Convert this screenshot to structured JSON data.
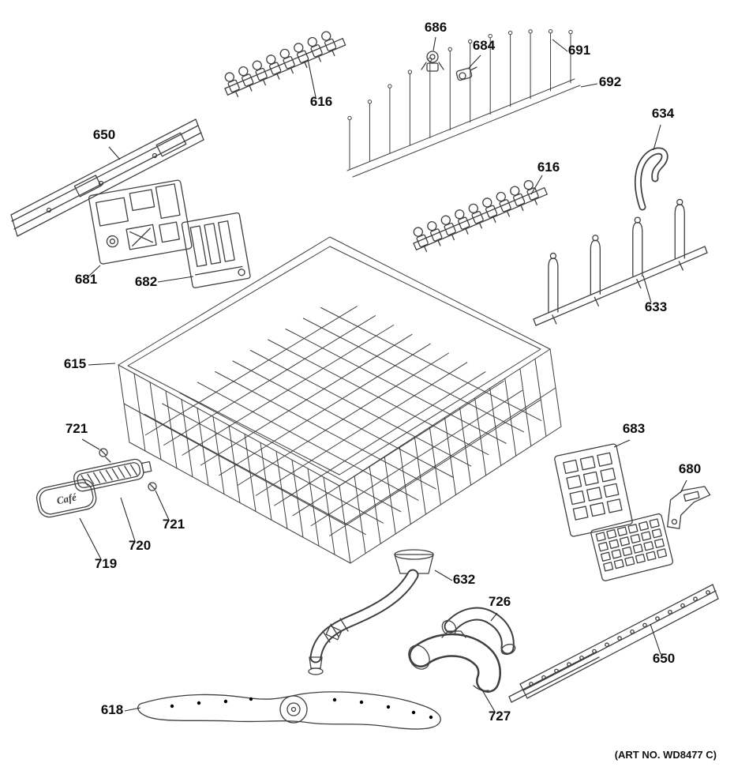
{
  "diagram": {
    "art_no": "(ART NO. WD8477 C)",
    "badge_text": "Café"
  },
  "labels": {
    "l686": {
      "text": "686"
    },
    "l684": {
      "text": "684"
    },
    "l691": {
      "text": "691"
    },
    "l692": {
      "text": "692"
    },
    "l616a": {
      "text": "616"
    },
    "l650a": {
      "text": "650"
    },
    "l634": {
      "text": "634"
    },
    "l616b": {
      "text": "616"
    },
    "l681": {
      "text": "681"
    },
    "l682": {
      "text": "682"
    },
    "l633": {
      "text": "633"
    },
    "l615": {
      "text": "615"
    },
    "l721a": {
      "text": "721"
    },
    "l683": {
      "text": "683"
    },
    "l680": {
      "text": "680"
    },
    "l721b": {
      "text": "721"
    },
    "l720": {
      "text": "720"
    },
    "l719": {
      "text": "719"
    },
    "l632": {
      "text": "632"
    },
    "l726": {
      "text": "726"
    },
    "l650b": {
      "text": "650"
    },
    "l727": {
      "text": "727"
    },
    "l618": {
      "text": "618"
    }
  }
}
